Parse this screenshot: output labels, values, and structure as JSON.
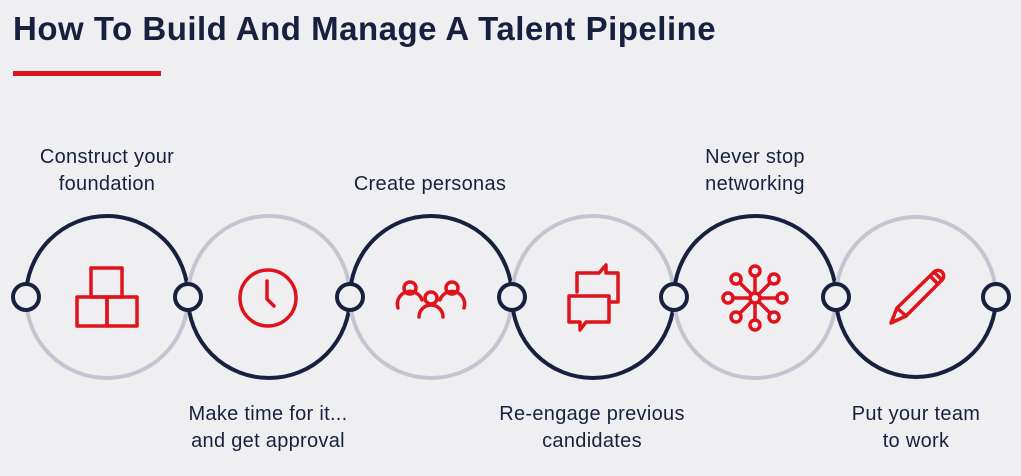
{
  "title": "How To Build And Manage A Talent Pipeline",
  "colors": {
    "navy": "#18203f",
    "red": "#e0121b",
    "gray": "#c5c5d2",
    "background": "#efeff2"
  },
  "steps": [
    {
      "lines": [
        "Construct your",
        "foundation"
      ],
      "icon": "blocks-icon",
      "position": "top"
    },
    {
      "lines": [
        "Make time for it...",
        "and get approval"
      ],
      "icon": "clock-icon",
      "position": "bottom"
    },
    {
      "lines": [
        "Create personas"
      ],
      "icon": "people-icon",
      "position": "top"
    },
    {
      "lines": [
        "Re-engage previous",
        "candidates"
      ],
      "icon": "chat-bubbles-icon",
      "position": "bottom"
    },
    {
      "lines": [
        "Never stop",
        "networking"
      ],
      "icon": "network-icon",
      "position": "top"
    },
    {
      "lines": [
        "Put your team",
        "to work"
      ],
      "icon": "pencil-icon",
      "position": "bottom"
    }
  ]
}
